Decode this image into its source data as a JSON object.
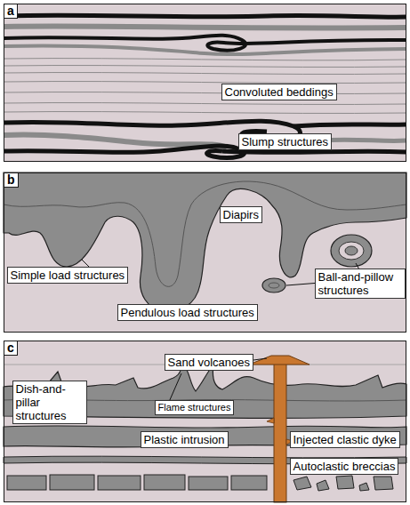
{
  "diagram": {
    "nodes": [
      {
        "text": [
          "a"
        ]
      },
      {
        "text": [
          "Convoluted beddings"
        ],
        "in": 0
      },
      {
        "text": [
          "Slump structures"
        ],
        "in": 0
      },
      {
        "text": [
          "b"
        ]
      },
      {
        "text": [
          "Diapirs"
        ],
        "in": 3
      },
      {
        "text": [
          "Simple load structures"
        ],
        "in": 3
      },
      {
        "text": [
          "Pendulous load structures"
        ],
        "in": 3
      },
      {
        "text": [
          "Ball-and-pillow structures"
        ],
        "in": 3
      },
      {
        "text": [
          "c"
        ]
      },
      {
        "text": [
          "Sand volcanoes"
        ],
        "in": 8
      },
      {
        "text": [
          "Dish-and-pillar structures"
        ],
        "in": 8
      },
      {
        "text": [
          "Flame structures"
        ],
        "in": 8
      },
      {
        "text": [
          "Plastic intrusion"
        ],
        "in": 8
      },
      {
        "text": [
          "Injected clastic dyke"
        ],
        "in": 8
      },
      {
        "text": [
          "Autoclastic breccias"
        ],
        "in": 8
      }
    ]
  }
}
